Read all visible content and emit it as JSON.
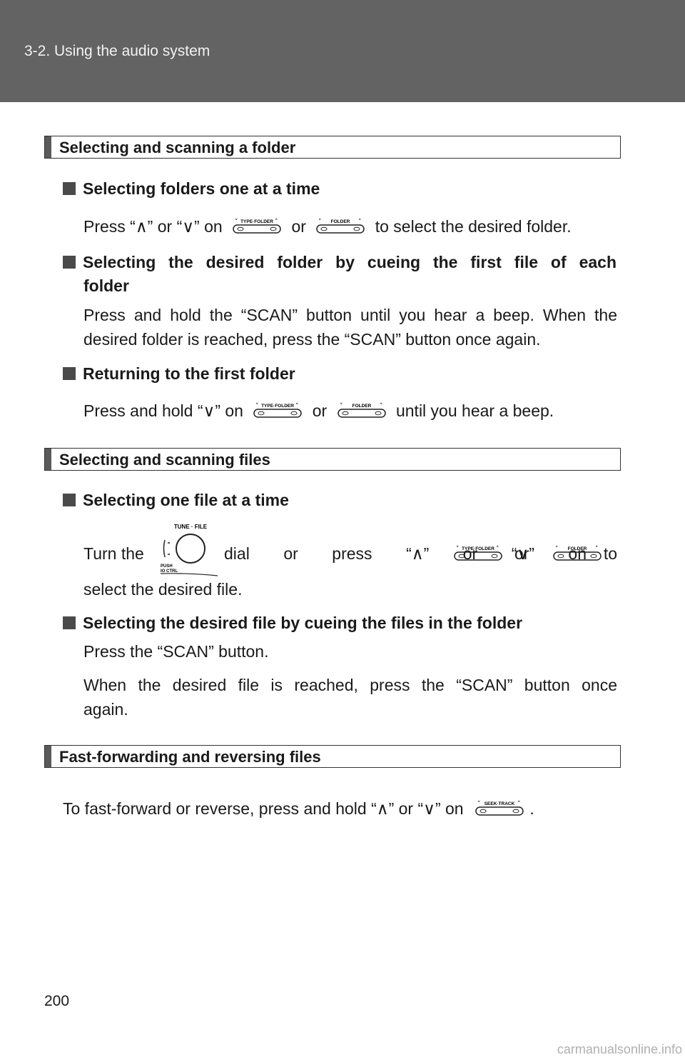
{
  "header": {
    "section": "3-2. Using the audio system"
  },
  "page_number": "200",
  "watermark": "carmanualsonline.info",
  "icons": {
    "type_folder": "TYPE·FOLDER",
    "folder": "FOLDER",
    "seek_track": "SEEK·TRACK",
    "tune_file": "TUNE · FILE",
    "push": "PUSH",
    "io_ctrl": "IO CTRL"
  },
  "sections": {
    "s1": {
      "title": "Selecting and scanning a folder",
      "sub1": {
        "heading": "Selecting folders one at a time",
        "t1": "Press “∧” or “∨” on",
        "t2": "or",
        "t3": "to select the desired folder."
      },
      "sub2": {
        "heading_l1": "Selecting the desired folder by cueing the first file of each",
        "heading_l2": "folder",
        "l1": "Press and hold the “SCAN” button until you hear a beep. When the",
        "l2": "desired folder is reached, press the “SCAN” button once again."
      },
      "sub3": {
        "heading": "Returning to the first folder",
        "t1": "Press and hold “∨” on",
        "t2": "or",
        "t3": "until you hear a beep."
      }
    },
    "s2": {
      "title": "Selecting and scanning files",
      "sub1": {
        "heading": "Selecting one file at a time",
        "t1": "Turn the",
        "t2": "dial or press “∧” or “∨” on",
        "t3": "or",
        "t4": "to",
        "l2": "select the desired file."
      },
      "sub2": {
        "heading": "Selecting the desired file by cueing the files in the folder",
        "l1": "Press the “SCAN” button.",
        "p1": "When the desired file is reached, press the “SCAN” button once",
        "p2": "again."
      }
    },
    "s3": {
      "title": "Fast-forwarding and reversing files",
      "t1": "To fast-forward or reverse, press and hold “∧” or “∨” on",
      "t2": "."
    }
  }
}
